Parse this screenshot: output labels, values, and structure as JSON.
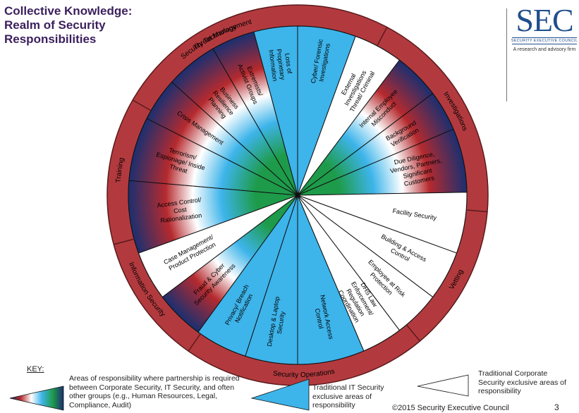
{
  "title": "Collective Knowledge: Realm of Security Responsibilities",
  "logo": {
    "mark": "SEC",
    "name": "SECURITY EXECUTIVE COUNCIL",
    "tagline": "A research and advisory firm"
  },
  "colors": {
    "ring": "#b23a3e",
    "blue": "#3db4ea",
    "navy": "#1b2f70",
    "red": "#b52a2e",
    "green": "#1e9b4a",
    "line": "#111111"
  },
  "ring_labels": [
    "Investigations",
    "Vetting",
    "Security Operations",
    "Information Security",
    "Training",
    "Security Technology",
    "Threat Management"
  ],
  "segments": [
    {
      "label": "Cyber/ Forensic Investigations",
      "type": "it"
    },
    {
      "label": "External Investigations Threat/ Criminal",
      "type": "corporate"
    },
    {
      "label": "Internal Employee Misconduct",
      "type": "partnership"
    },
    {
      "label": "Background Verification",
      "type": "partnership"
    },
    {
      "label": "Due Diligence, Vendors, Partners, Significant Customers",
      "type": "partnership"
    },
    {
      "label": "Facility Security",
      "type": "corporate"
    },
    {
      "label": "Building & Access Control",
      "type": "corporate"
    },
    {
      "label": "Employee at Risk Protection",
      "type": "corporate"
    },
    {
      "label": "DHS Law Enforcement/ Regulation Coordination",
      "type": "corporate"
    },
    {
      "label": "Network Access Control",
      "type": "it"
    },
    {
      "label": "Desktop & Laptop Security",
      "type": "it"
    },
    {
      "label": "Privacy/ Breach Notification",
      "type": "it"
    },
    {
      "label": "Fraud & Cyber Security Awareness",
      "type": "partnership"
    },
    {
      "label": "Case Management/ Product Protection",
      "type": "corporate"
    },
    {
      "label": "Access Control/ Cost Rationalization",
      "type": "partnership"
    },
    {
      "label": "Terrorism/ Espionage/ Inside Threat",
      "type": "partnership"
    },
    {
      "label": "Crisis Management",
      "type": "partnership"
    },
    {
      "label": "Business Resilience Planning",
      "type": "partnership"
    },
    {
      "label": "Extremists/ Activist Groups",
      "type": "partnership"
    },
    {
      "label": "Loss of Proprietary Information",
      "type": "it"
    }
  ],
  "key": {
    "title": "KEY:",
    "partnership": "Areas of responsibility where partnership is required between Corporate Security, IT Security, and often other groups (e.g., Human Resources, Legal, Compliance, Audit)",
    "it": "Traditional IT Security exclusive areas of responsibility",
    "corporate": "Traditional Corporate Security exclusive areas of responsibility"
  },
  "footer": "©2015 Security Executive Council",
  "page_number": "3"
}
